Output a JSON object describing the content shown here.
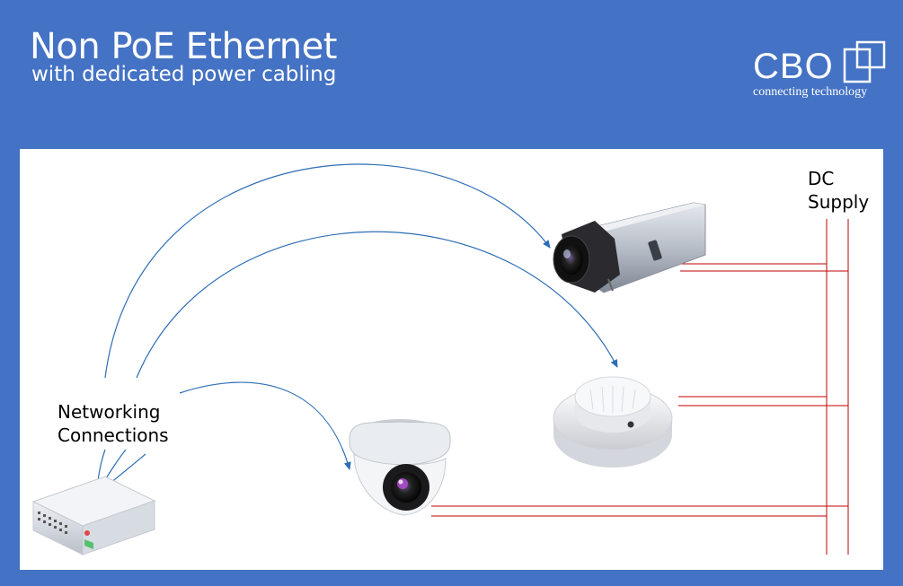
{
  "header": {
    "title": "Non PoE Ethernet",
    "subtitle": "with dedicated power cabling"
  },
  "logo": {
    "text": "CBO",
    "tagline": "connecting technology"
  },
  "labels": {
    "networking": "Networking Connections",
    "dc_supply": "DC Supply"
  },
  "colors": {
    "background": "#4472c4",
    "panel": "#ffffff",
    "network_line": "#2e6db5",
    "power_line": "#c00000"
  },
  "devices": {
    "router": "network-switch-icon",
    "box_camera": "box-camera-icon",
    "smoke_detector": "smoke-detector-icon",
    "dome_camera": "dome-camera-icon"
  }
}
